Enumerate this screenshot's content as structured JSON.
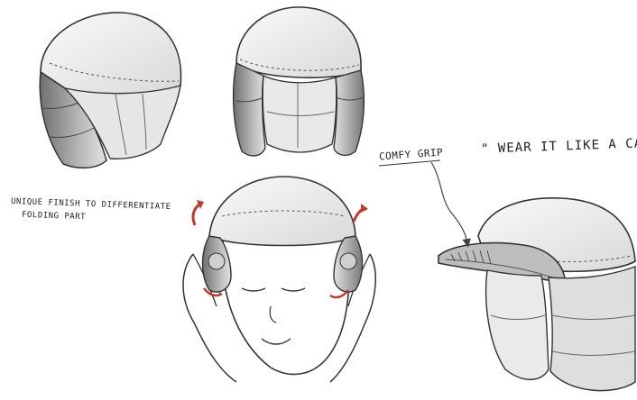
{
  "annotations": {
    "unique_finish_line1": "UNIQUE FINISH TO DIFFERENTIATE",
    "unique_finish_line2": "FOLDING PART",
    "comfy_grip": "COMFY GRIP",
    "wear_it_like_a_cap": "\" WEAR IT LIKE A CAP \""
  },
  "colors": {
    "ink": "#222222",
    "shade_dark": "#6d6d6d",
    "shade_mid": "#b5b5b5",
    "shell": "#eeeeee",
    "accent_arrow": "#c0392b"
  }
}
